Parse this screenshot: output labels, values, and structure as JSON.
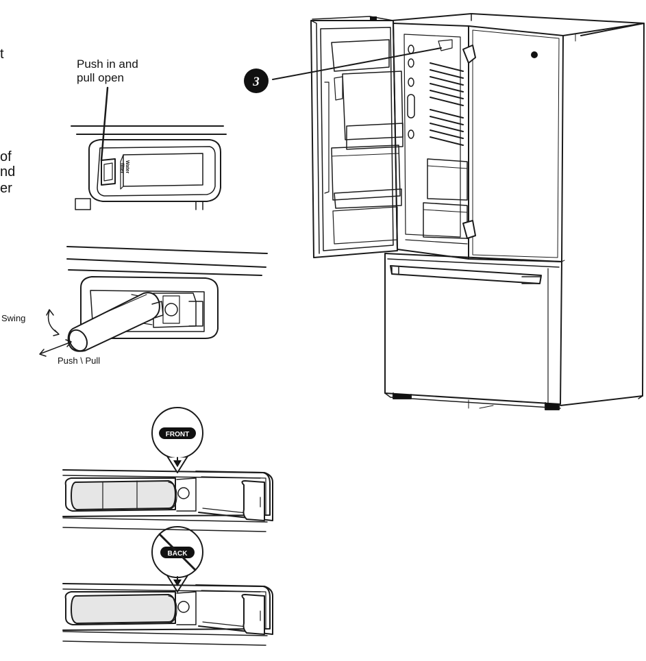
{
  "cut_text": [
    "t",
    "of",
    "nd",
    "er"
  ],
  "labels": {
    "push_open_line1": "Push in and",
    "push_open_line2": "pull open",
    "swing": "Swing",
    "push_pull": "Push \\ Pull",
    "front_badge": "FRONT",
    "back_badge": "BACK",
    "callout_number": "3",
    "filter_face_line1": "Water",
    "filter_face_line2": "filter"
  }
}
